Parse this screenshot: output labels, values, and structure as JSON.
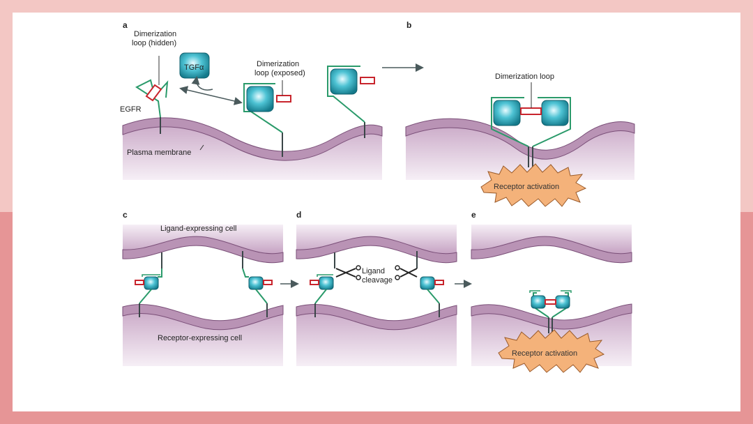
{
  "panels": {
    "a": {
      "letter": "a",
      "dimerization_loop_hidden_line1": "Dimerization",
      "dimerization_loop_hidden_line2": "loop (hidden)",
      "tgf_alpha": "TGFα",
      "dimerization_loop_exposed_line1": "Dimerization",
      "dimerization_loop_exposed_line2": "loop (exposed)",
      "egfr": "EGFR",
      "plasma_membrane": "Plasma membrane"
    },
    "b": {
      "letter": "b",
      "dimerization_loop": "Dimerization loop",
      "receptor_activation": "Receptor activation"
    },
    "c": {
      "letter": "c",
      "ligand_expressing_cell": "Ligand-expressing cell",
      "receptor_expressing_cell": "Receptor-expressing cell"
    },
    "d": {
      "letter": "d",
      "ligand_cleavage_line1": "Ligand",
      "ligand_cleavage_line2": "cleavage"
    },
    "e": {
      "letter": "e",
      "receptor_activation": "Receptor activation"
    }
  },
  "colors": {
    "membrane_fill": "#b993b5",
    "membrane_edge": "#7a4f78",
    "receptor_green": "#2a9a6a",
    "domain_teal": "#2aa6b8",
    "loop_red": "#c8242c",
    "burst_orange": "#f4b27a",
    "arrow_gray": "#4a5a5c"
  }
}
